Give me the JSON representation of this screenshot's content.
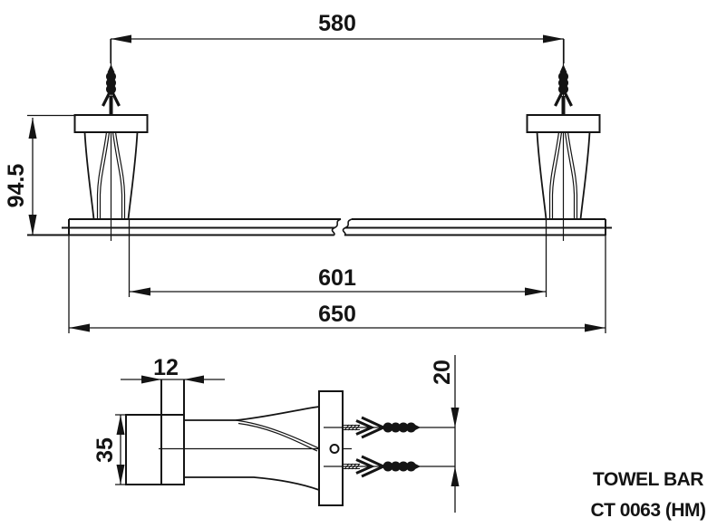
{
  "title_block": {
    "product_name": "TOWEL BAR",
    "product_code": "CT 0063 (HM)"
  },
  "front_view": {
    "dim_mount_spacing": "580",
    "dim_height": "94.5",
    "dim_inner_length": "601",
    "dim_overall_length": "650"
  },
  "side_view": {
    "dim_bar_depth": "12",
    "dim_bar_height": "35",
    "dim_anchor_spacing": "20"
  },
  "colors": {
    "line": "#141414",
    "background": "#ffffff"
  }
}
